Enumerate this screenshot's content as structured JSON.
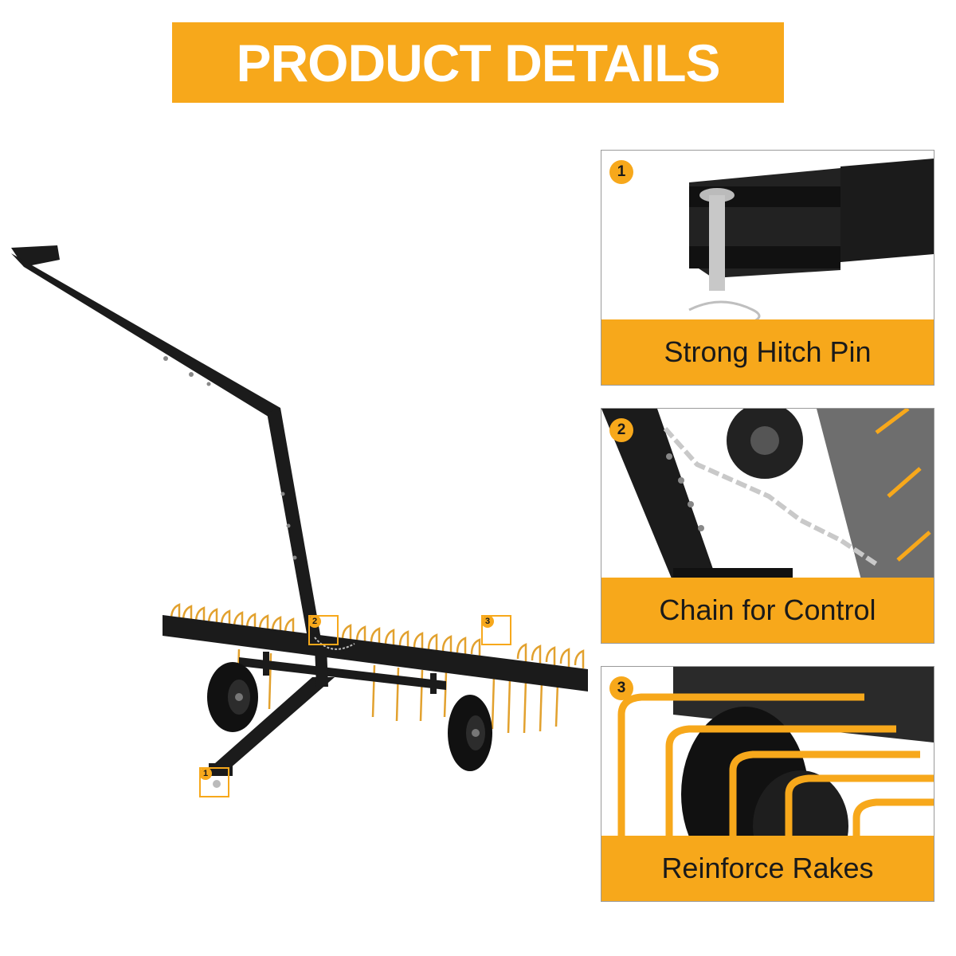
{
  "header": {
    "title": "PRODUCT DETAILS"
  },
  "colors": {
    "accent": "#F7A81B",
    "frame": "#1b1b1b",
    "tine": "#E2A12E",
    "metal": "#8c8c8c"
  },
  "callouts": [
    "1",
    "2",
    "3"
  ],
  "panels": [
    {
      "number": "1",
      "label": "Strong Hitch Pin"
    },
    {
      "number": "2",
      "label": "Chain for Control"
    },
    {
      "number": "3",
      "label": "Reinforce Rakes"
    }
  ]
}
